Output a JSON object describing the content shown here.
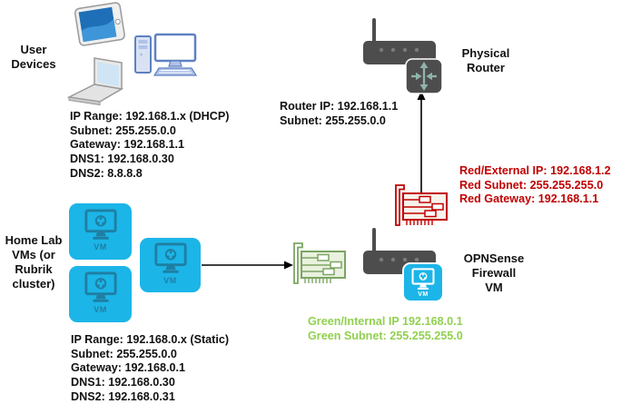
{
  "colors": {
    "vm_cyan": "#1CB5E8",
    "vm_glyph_teal": "#1E7FA3",
    "router_gray": "#4D4D4D",
    "router_arrow": "#8FB3AB",
    "red_text": "#C00000",
    "green_text": "#92D050",
    "nic_green": "#7CA563",
    "nic_green_fill": "#EAF1DE",
    "nic_red": "#C00000",
    "nic_red_fill": "#F6F3EB"
  },
  "user_devices": {
    "label_lines": [
      "User",
      "Devices"
    ],
    "config": [
      "IP Range: 192.168.1.x (DHCP)",
      "Subnet: 255.255.0.0",
      "Gateway: 192.168.1.1",
      "DNS1: 192.168.0.30",
      "DNS2: 8.8.8.8"
    ]
  },
  "home_lab": {
    "label_lines": [
      "Home Lab",
      "VMs (or",
      "Rubrik",
      "cluster)"
    ],
    "vm_badge": "VM",
    "config": [
      "IP Range: 192.168.0.x (Static)",
      "Subnet: 255.255.0.0",
      "Gateway: 192.168.0.1",
      "DNS1: 192.168.0.30",
      "DNS2: 192.168.0.31"
    ]
  },
  "physical_router": {
    "label_lines": [
      "Physical",
      "Router"
    ],
    "info": [
      "Router IP: 192.168.1.1",
      "Subnet: 255.255.0.0"
    ]
  },
  "opnsense": {
    "label_lines": [
      "OPNSense",
      "Firewall",
      "VM"
    ],
    "vm_badge": "VM",
    "red_info": [
      "Red/External IP: 192.168.1.2",
      "Red Subnet: 255.255.255.0",
      "Red Gateway: 192.168.1.1"
    ],
    "green_info": [
      "Green/Internal IP 192.168.0.1",
      "Green Subnet: 255.255.255.0"
    ]
  }
}
